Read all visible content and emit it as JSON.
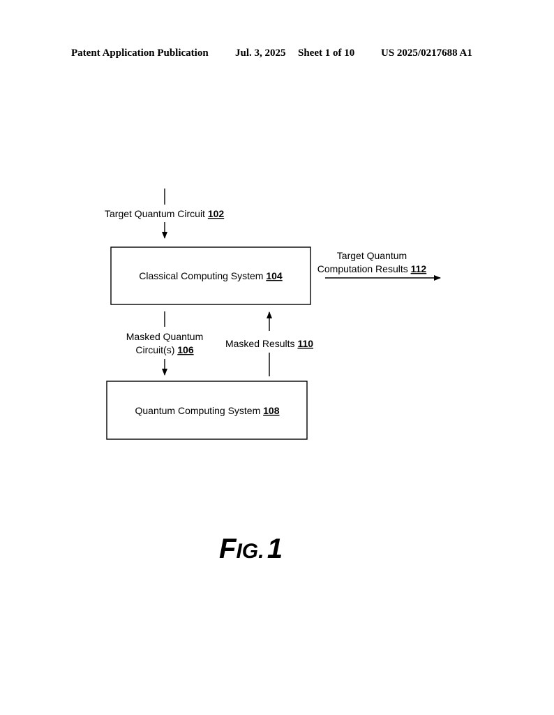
{
  "header": {
    "publication": "Patent Application Publication",
    "date": "Jul. 3, 2025",
    "sheet": "Sheet 1 of 10",
    "number": "US 2025/0217688 A1"
  },
  "diagram": {
    "input": {
      "label": "Target Quantum Circuit",
      "ref": "102"
    },
    "classical_box": {
      "label": "Classical Computing System",
      "ref": "104"
    },
    "masked_circuits": {
      "line1": "Masked Quantum",
      "line2": "Circuit(s)",
      "ref": "106"
    },
    "quantum_box": {
      "label": "Quantum Computing System",
      "ref": "108"
    },
    "masked_results": {
      "label": "Masked Results",
      "ref": "110"
    },
    "output": {
      "line1": "Target Quantum",
      "line2": "Computation Results",
      "ref": "112"
    }
  },
  "caption": {
    "first_letter": "F",
    "rest": "IG.",
    "number": "1"
  }
}
